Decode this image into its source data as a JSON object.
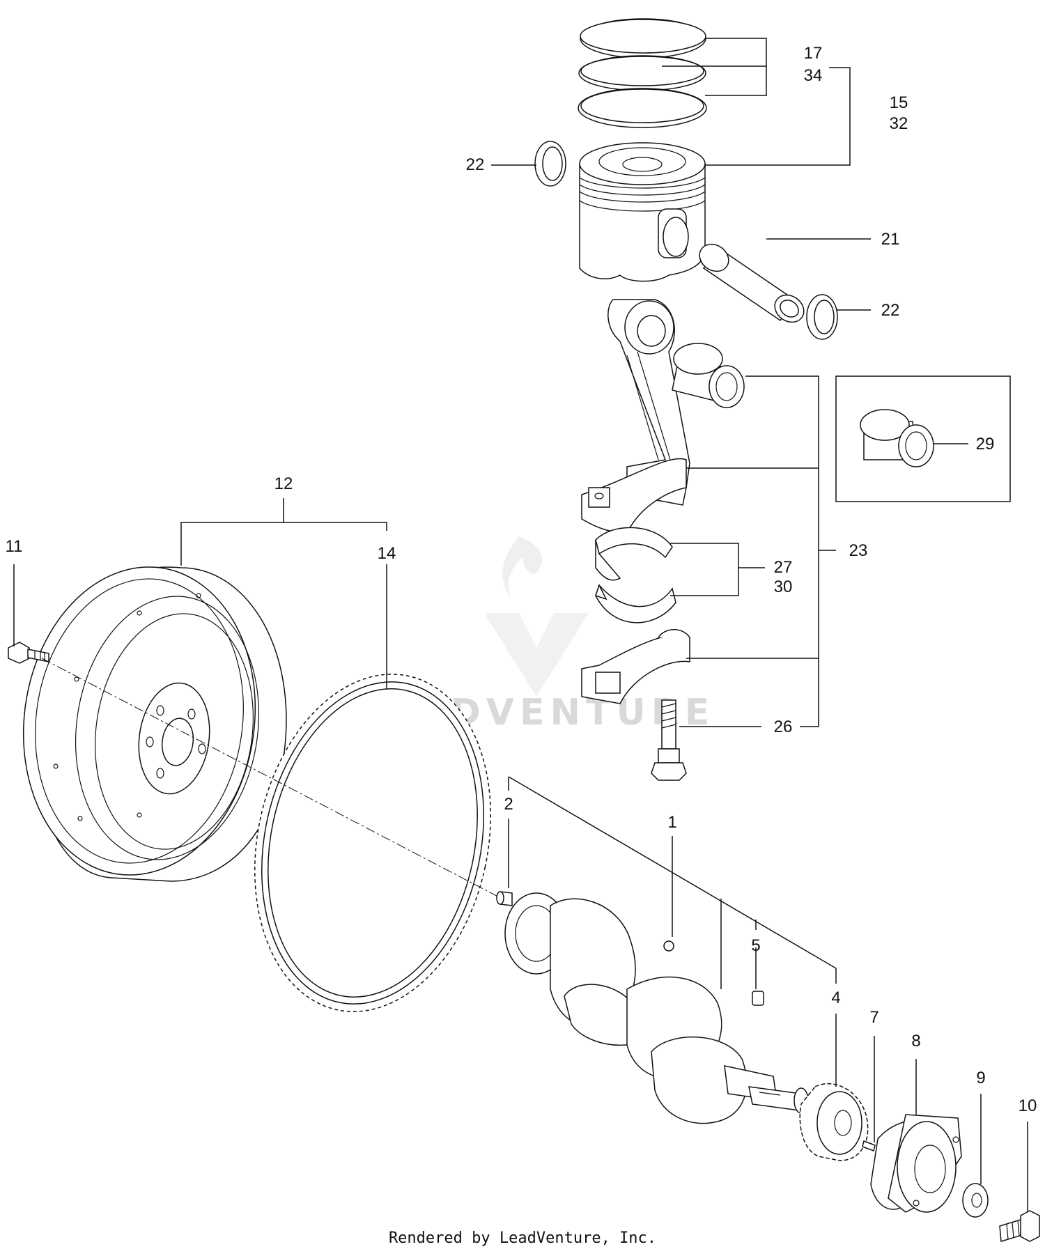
{
  "watermark": {
    "text": "LEADVENTURE"
  },
  "callouts": {
    "c1": "1",
    "c2": "2",
    "c4": "4",
    "c5": "5",
    "c7": "7",
    "c8": "8",
    "c9": "9",
    "c10": "10",
    "c11": "11",
    "c12": "12",
    "c14": "14",
    "c15": "15",
    "c17": "17",
    "c21": "21",
    "c22a": "22",
    "c22b": "22",
    "c23": "23",
    "c26": "26",
    "c27": "27",
    "c29": "29",
    "c30": "30",
    "c32": "32",
    "c34": "34"
  },
  "footer": "Rendered by LeadVenture, Inc."
}
